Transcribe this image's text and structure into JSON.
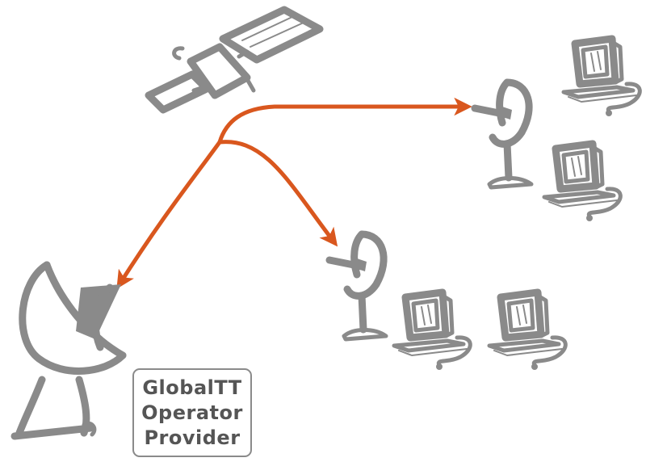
{
  "operator_label": {
    "lines": [
      "GlobalTT",
      "Operator",
      "Provider"
    ]
  },
  "colors": {
    "sketch": "#8a8a8a",
    "arrow": "#d9571e",
    "label_text": "#555555"
  },
  "icons": [
    "satellite-icon",
    "satellite-dish-icon",
    "computer-icon"
  ]
}
